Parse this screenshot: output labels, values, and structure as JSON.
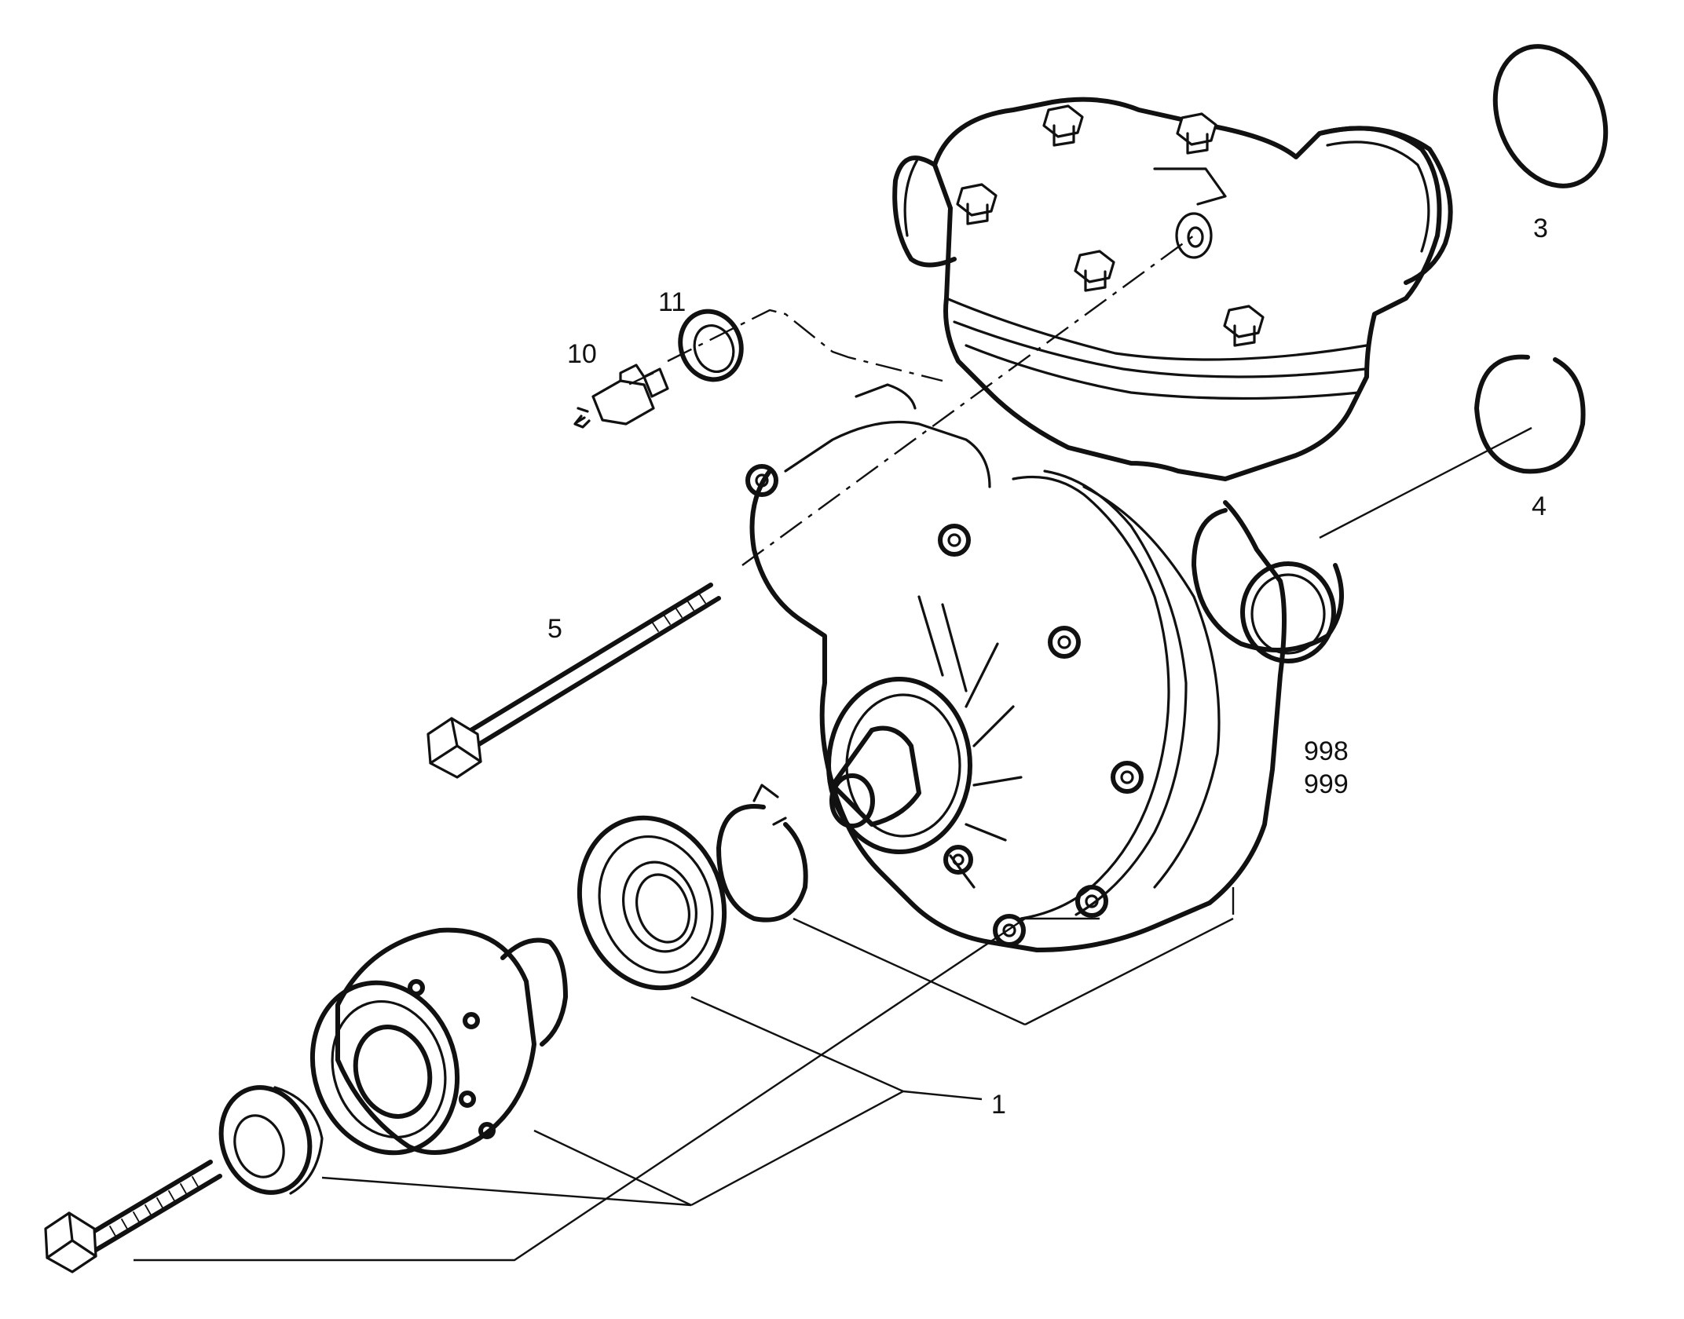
{
  "labels": {
    "part_1": "1",
    "part_3": "3",
    "part_4": "4",
    "part_5": "5",
    "part_10": "10",
    "part_11": "11",
    "model_a": "998",
    "model_b": "999"
  }
}
